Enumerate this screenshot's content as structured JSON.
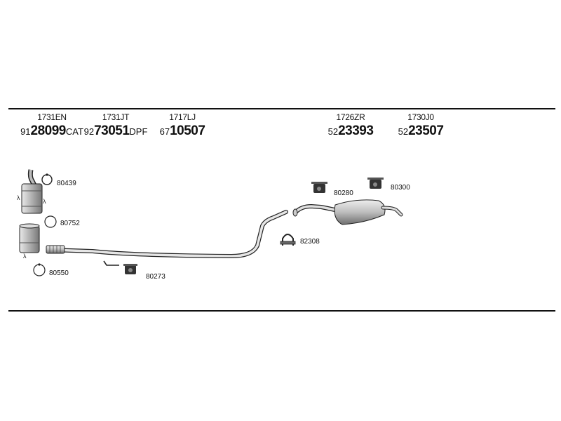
{
  "header_parts": [
    {
      "ref": "1731EN",
      "prefix": "91",
      "number": "28099",
      "suffix": "CAT"
    },
    {
      "ref": "1731JT",
      "prefix": "92",
      "number": "73051",
      "suffix": "DPF"
    },
    {
      "ref": "1717LJ",
      "prefix": "67",
      "number": "10507",
      "suffix": ""
    },
    {
      "ref": "1726ZR",
      "prefix": "52",
      "number": "23393",
      "suffix": ""
    },
    {
      "ref": "1730J0",
      "prefix": "52",
      "number": "23507",
      "suffix": ""
    }
  ],
  "accessory_labels": {
    "a80439": "80439",
    "a80752": "80752",
    "a80550": "80550",
    "a80273": "80273",
    "a82308": "82308",
    "a80280": "80280",
    "a80300": "80300"
  }
}
